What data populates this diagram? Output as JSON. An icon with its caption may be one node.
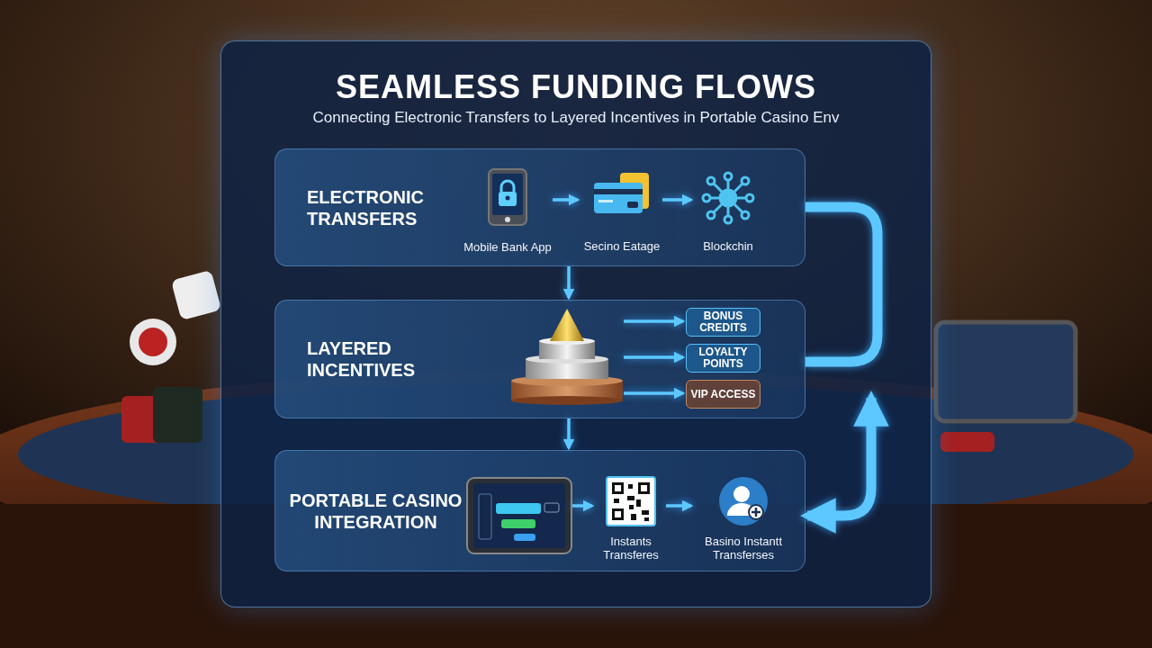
{
  "diagram": {
    "title": "SEAMLESS FUNDING FLOWS",
    "caption": "Connecting Electronic Transfers to Layered Incentives in Portable Casino Env",
    "nodes": [
      {
        "text": [
          "ELECTRONIC TRANSFERS"
        ]
      },
      {
        "text": [
          "Mobile Bank App"
        ],
        "in": 0
      },
      {
        "text": [
          "Secino Eatage"
        ],
        "in": 0
      },
      {
        "text": [
          "Blockchin"
        ],
        "in": 0
      },
      {
        "text": [
          "LAYERED INCENTIVES"
        ]
      },
      {
        "text": [],
        "shape": "picture",
        "in": 4
      },
      {
        "text": [
          "BONUS CREDITS"
        ],
        "in": 4
      },
      {
        "text": [
          "LOYALTY POINTS"
        ],
        "in": 4
      },
      {
        "text": [
          "VIP ACCESS"
        ],
        "in": 4
      },
      {
        "text": [
          "PORTABLE CASINO INTEGRATION"
        ]
      },
      {
        "text": [],
        "shape": "picture",
        "in": 9
      },
      {
        "text": [
          "Instants Transferes"
        ],
        "in": 9
      },
      {
        "text": [
          "Basino Instantt Transferses"
        ],
        "in": 9
      }
    ],
    "edges": [
      {
        "from": 1,
        "to": 2,
        "arrow": "to"
      },
      {
        "from": 2,
        "to": 3,
        "arrow": "to"
      },
      {
        "from": 0,
        "to": 4,
        "arrow": "to"
      },
      {
        "from": 5,
        "to": 6,
        "arrow": "to"
      },
      {
        "from": 5,
        "to": 7,
        "arrow": "to"
      },
      {
        "from": 5,
        "to": 8,
        "arrow": "to"
      },
      {
        "from": 4,
        "to": 9,
        "arrow": "to"
      },
      {
        "from": 10,
        "to": 11,
        "arrow": "to"
      },
      {
        "from": 11,
        "to": 12,
        "arrow": "to"
      },
      {
        "from": 0,
        "to": 4,
        "arrow": "none",
        "style": "thick"
      },
      {
        "from": null,
        "to": 9,
        "arrow": "both",
        "style": "thick"
      }
    ]
  }
}
